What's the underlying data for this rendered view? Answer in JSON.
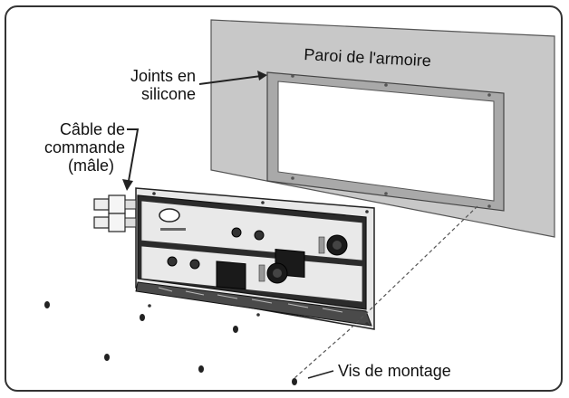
{
  "labels": {
    "wall": "Paroi de l'armoire",
    "seal_line1": "Joints en",
    "seal_line2": "silicone",
    "cable_line1": "Câble de",
    "cable_line2": "commande",
    "cable_line3": "(mâle)",
    "screws": "Vis de montage"
  },
  "colors": {
    "wall_fill": "#c8c8c8",
    "seal_fill": "#a9a9a9",
    "opening_fill": "#ffffff",
    "panel_dark": "#2b2b2b",
    "panel_light": "#e9e9e9",
    "stroke": "#222222"
  }
}
